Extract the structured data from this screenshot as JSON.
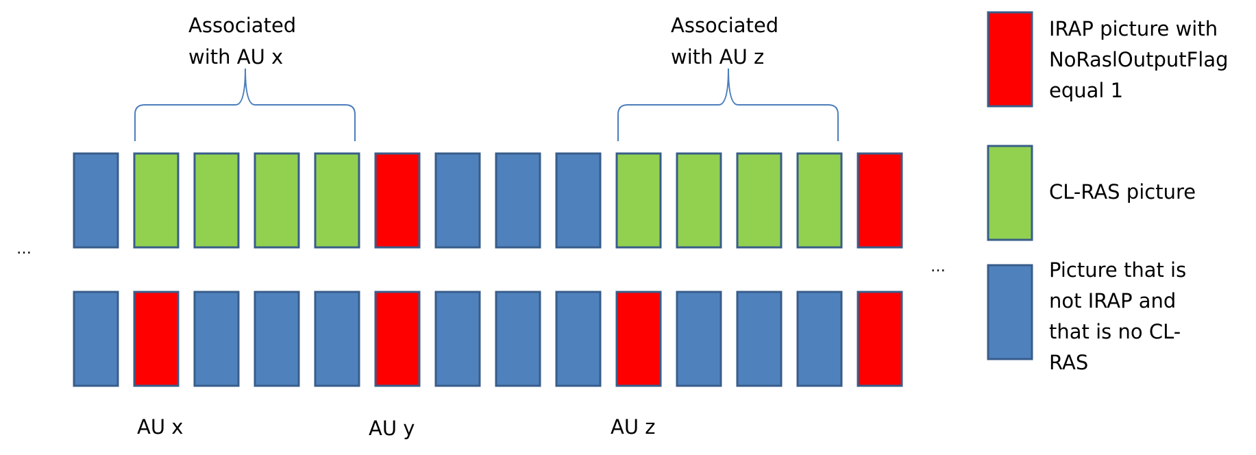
{
  "diagram": {
    "rows": [
      {
        "name": "top-row",
        "blocks": [
          "non-irap",
          "cl-ras",
          "cl-ras",
          "cl-ras",
          "cl-ras",
          "irap",
          "non-irap",
          "non-irap",
          "non-irap",
          "cl-ras",
          "cl-ras",
          "cl-ras",
          "cl-ras",
          "irap"
        ]
      },
      {
        "name": "bottom-row",
        "blocks": [
          "non-irap",
          "irap",
          "non-irap",
          "non-irap",
          "non-irap",
          "irap",
          "non-irap",
          "non-irap",
          "non-irap",
          "irap",
          "non-irap",
          "non-irap",
          "non-irap",
          "irap"
        ]
      }
    ],
    "colors": {
      "irap": "#ff0000",
      "cl-ras": "#92d050",
      "non-irap": "#4f81bd",
      "block_border": "#385d8a",
      "brace": "#4a7ebb"
    },
    "braces": [
      {
        "label_lines": [
          "Associated",
          "with AU x"
        ]
      },
      {
        "label_lines": [
          "Associated",
          "with AU z"
        ]
      }
    ],
    "au_labels": [
      "AU x",
      "AU y",
      "AU z"
    ],
    "ellipsis_left": "…",
    "ellipsis_right": "…",
    "legend": [
      {
        "type": "irap",
        "lines": [
          "IRAP picture with",
          "NoRaslOutputFlag",
          "equal 1"
        ]
      },
      {
        "type": "cl-ras",
        "lines": [
          "CL-RAS picture"
        ]
      },
      {
        "type": "non-irap",
        "lines": [
          "Picture that is",
          "not IRAP and",
          "that is no CL-",
          "RAS"
        ]
      }
    ]
  }
}
